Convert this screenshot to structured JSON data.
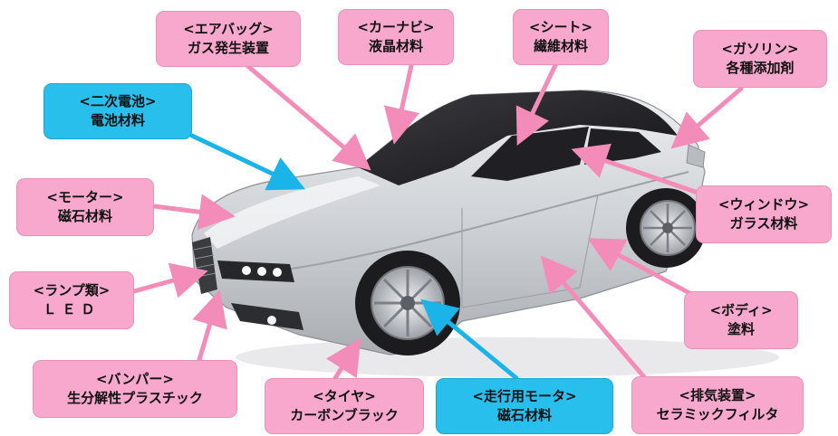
{
  "colors": {
    "pink_box": "#f7a8cc",
    "cyan_box": "#29bfec",
    "pink_arrow": "#f48cba",
    "cyan_arrow": "#1ab4e8",
    "car_body": "#cfd2d6",
    "car_glass": "#2a2a2e"
  },
  "labels": {
    "airbag": {
      "title": "<エアバッグ>",
      "sub": "ガス発生装置",
      "color": "pink"
    },
    "carnavi": {
      "title": "<カーナビ>",
      "sub": "液晶材料",
      "color": "pink"
    },
    "seat": {
      "title": "<シート>",
      "sub": "繊維材料",
      "color": "pink"
    },
    "gasoline": {
      "title": "<ガソリン>",
      "sub": "各種添加剤",
      "color": "pink"
    },
    "battery": {
      "title": "<二次電池>",
      "sub": "電池材料",
      "color": "cyan"
    },
    "motor": {
      "title": "<モーター>",
      "sub": "磁石材料",
      "color": "pink"
    },
    "window": {
      "title": "<ウィンドウ>",
      "sub": "ガラス材料",
      "color": "pink"
    },
    "lamp": {
      "title": "<ランプ類>",
      "sub": "ＬＥＤ",
      "color": "pink"
    },
    "body": {
      "title": "<ボディ>",
      "sub": "塗料",
      "color": "pink"
    },
    "bumper": {
      "title": "<バンパー>",
      "sub": "生分解性プラスチック",
      "color": "pink"
    },
    "tire": {
      "title": "<タイヤ>",
      "sub": "カーボンブラック",
      "color": "pink"
    },
    "drive": {
      "title": "<走行用モータ>",
      "sub": "磁石材料",
      "color": "cyan"
    },
    "exhaust": {
      "title": "<排気装置>",
      "sub": "セラミックフィルタ",
      "color": "pink"
    }
  }
}
